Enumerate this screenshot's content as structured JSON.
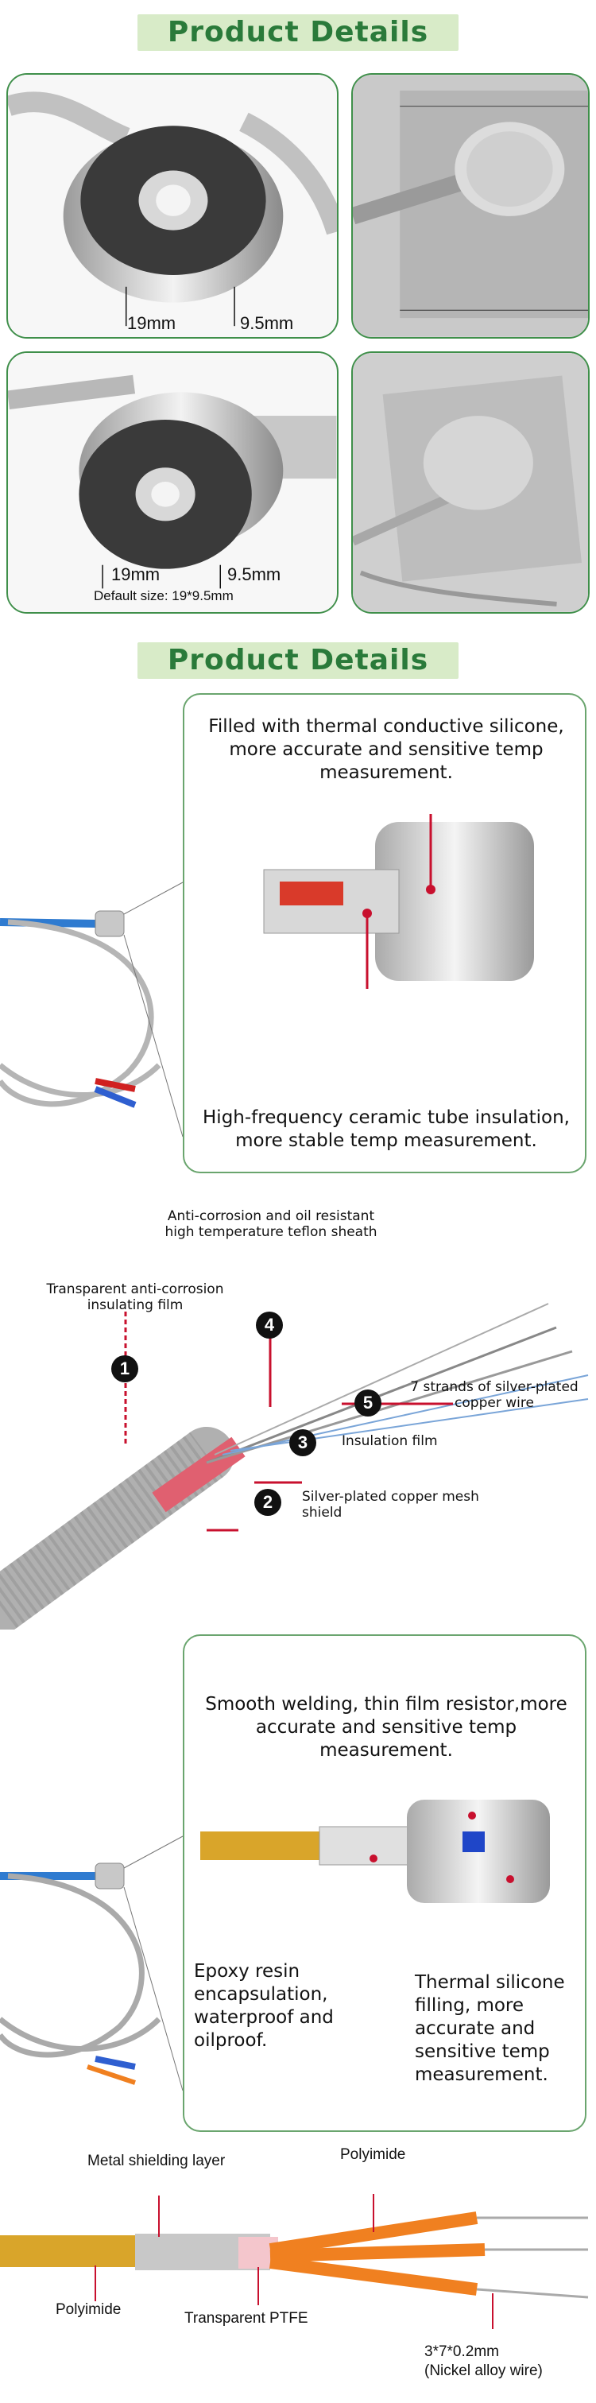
{
  "banners": {
    "first": "Product Details",
    "second": "Product Details"
  },
  "photos": {
    "dim_19mm_top": "19mm",
    "dim_95mm_top": "9.5mm",
    "dim_19mm_bottom": "19mm",
    "dim_95mm_bottom": "9.5mm",
    "default_size": "Default size: 19*9.5mm"
  },
  "callout1": {
    "top_text": "Filled with thermal conductive silicone, more accurate and sensitive temp measurement.",
    "bottom_text": "High-frequency ceramic tube insulation, more stable temp measurement."
  },
  "cable_labels": {
    "l1": "Transparent anti-corrosion insulating film",
    "l4": "Anti-corrosion and oil resistant high temperature teflon sheath",
    "l5": "7 strands of silver-plated copper wire",
    "l3": "Insulation film",
    "l2": "Silver-plated copper mesh shield",
    "n1": "1",
    "n2": "2",
    "n3": "3",
    "n4": "4",
    "n5": "5"
  },
  "callout2": {
    "top_text": "Smooth welding, thin film resistor,more accurate and sensitive temp measurement.",
    "left_text": "Epoxy resin encapsulation, waterproof and oilproof.",
    "right_text": "Thermal silicone filling, more accurate and sensitive temp measurement."
  },
  "bottom_labels": {
    "metal": "Metal shielding layer",
    "polyimide_top": "Polyimide",
    "polyimide_bottom": "Polyimide",
    "ptfe": "Transparent PTFE",
    "alloy_1": "3*7*0.2mm",
    "alloy_2": "(Nickel alloy wire)"
  },
  "colors": {
    "banner_bg": "#d8ebc8",
    "banner_text": "#2a7a3a",
    "frame_green": "#3f8f4a",
    "pointer_red": "#c8102e"
  }
}
